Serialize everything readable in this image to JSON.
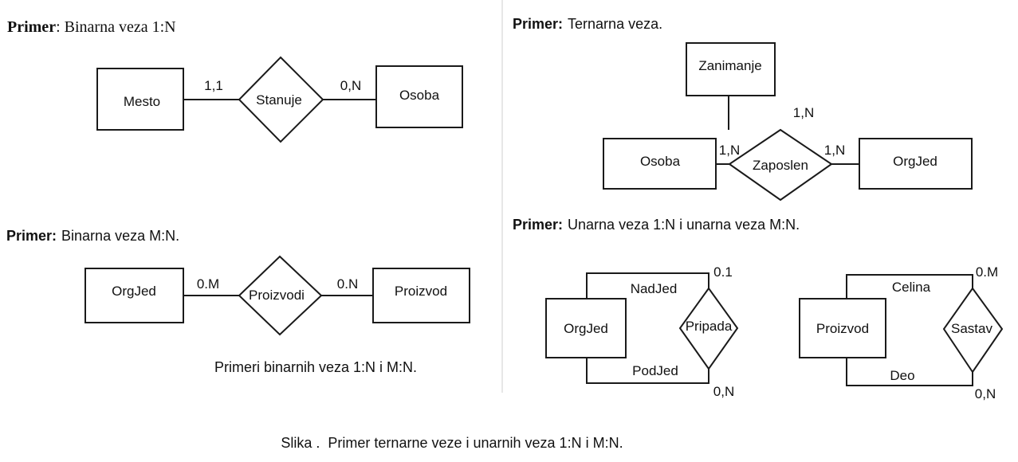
{
  "diagram1": {
    "heading_bold": "Primer",
    "heading_rest": ": Binarna veza 1:N",
    "entity_left": "Mesto",
    "relationship": "Stanuje",
    "entity_right": "Osoba",
    "card_left": "1,1",
    "card_right": "0,N"
  },
  "diagram2": {
    "heading_bold": "Primer:",
    "heading_rest": "Binarna veza M:N.",
    "entity_left": "OrgJed",
    "relationship": "Proizvodi",
    "entity_right": "Proizvod",
    "card_left": "0.M",
    "card_right": "0.N",
    "caption": "Primeri binarnih veza 1:N i M:N."
  },
  "diagram3": {
    "heading_bold": "Primer:",
    "heading_rest": "Ternarna veza.",
    "entity_top": "Zanimanje",
    "entity_left": "Osoba",
    "entity_right": "OrgJed",
    "relationship": "Zaposlen",
    "card_top": "1,N",
    "card_left": "1,N",
    "card_right": "1,N"
  },
  "diagram4": {
    "heading_bold": "Primer:",
    "heading_rest": "Unarna veza 1:N i unarna veza M:N.",
    "left": {
      "entity": "OrgJed",
      "relationship": "Pripada",
      "role_top": "NadJed",
      "role_bottom": "PodJed",
      "card_top": "0.1",
      "card_bottom": "0,N"
    },
    "right": {
      "entity": "Proizvod",
      "relationship": "Sastav",
      "role_top": "Celina",
      "role_bottom": "Deo",
      "card_top": "0.M",
      "card_bottom": "0,N"
    }
  },
  "figure_caption": "Slika .  Primer ternarne veze i unarnih veza 1:N i M:N."
}
